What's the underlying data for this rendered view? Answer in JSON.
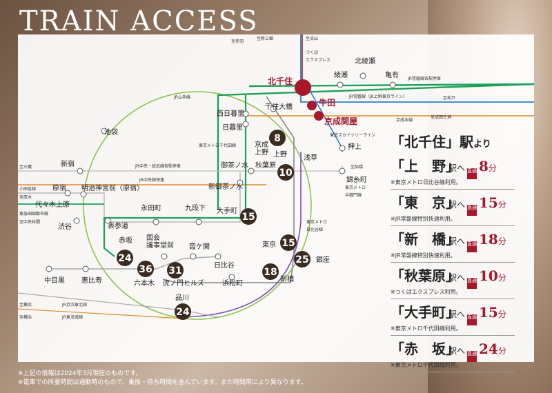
{
  "title": "TRAIN ACCESS",
  "map": {
    "stations": {
      "kitasenju": "北千住",
      "ushida": "牛田",
      "keisei_sekiya": "京成関屋",
      "ayase": "綾瀬",
      "kitaayase": "北綾瀬",
      "kameari": "亀有",
      "senjuohashi": "千住大橋",
      "nishinippori": "西日暮里",
      "nippori": "日暮里",
      "keisei_ueno": "京成\n上野",
      "ueno": "上野",
      "akihabara": "秋葉原",
      "asakusa": "浅草",
      "oshiage": "押上",
      "kinshicho": "錦糸町",
      "ikebukuro": "池袋",
      "shinjuku": "新宿",
      "harajuku": "原宿",
      "meiji": "明治神宮前〈原宿〉",
      "yoyogiuehara": "代々木上原",
      "shibuya": "渋谷",
      "omotesando": "表参道",
      "nagatacho": "永田町",
      "kudanshita": "九段下",
      "otemachi": "大手町",
      "ochanomizu": "御茶ノ水",
      "shinochanomizu": "新御茶ノ水",
      "akasaka": "赤坂",
      "kokkai": "国会\n議事堂前",
      "kasumigaseki": "霞ケ関",
      "hibiya": "日比谷",
      "tokyo": "東京",
      "ginza": "銀座",
      "shinbashi": "新橋",
      "hamamatsucho": "浜松町",
      "nakameguro": "中目黒",
      "ebisu": "恵比寿",
      "roppongi": "六本木",
      "toranomon": "虎ノ門ヒルズ",
      "shinagawa": "品川"
    },
    "line_labels": {
      "jr_joban": "JR常磐線各駅停車",
      "jr_joban_rapid": "JR常磐線〈JR上野東京ライン〉",
      "keisei": "京成本線",
      "skytree": "東武スカイツリーライン",
      "yamanote": "JR山手線",
      "chiyoda": "東京メトロ千代田線",
      "chuo_sobu": "JR中央・総武線各駅停車",
      "chuo_rapid": "JR中央線快速",
      "to_akabane": "至赤羽",
      "to_shinmisato": "至新三郷",
      "to_nagareyama": "至流山",
      "tsukuba": "つくば\nエクスプレス",
      "to_matsudo": "至松戸",
      "to_narita": "至成田空港",
      "to_mitaka": "至三鷹",
      "to_odawara": "小田急線",
      "to_atsugi": "至厚木",
      "toyoko": "東急田園都市線",
      "to_chuorinkan": "至中央林間",
      "to_yokohama1": "至横浜",
      "to_yokohama2": "至横浜",
      "keihin": "JR京浜東北線",
      "tokaido": "JR東海道線",
      "to_chiba": "至船橋",
      "hanzomon": "東京メトロ\n半蔵門線",
      "hibiya_line": "東京メトロ\n日比谷線"
    },
    "badges": [
      "8",
      "10",
      "15",
      "15",
      "25",
      "18",
      "24",
      "36",
      "31",
      "24"
    ]
  },
  "info": {
    "header_main": "「北千住」駅",
    "header_suffix": "より",
    "rows": [
      {
        "station": "「上　野」",
        "eki": "駅へ",
        "tag": "直通",
        "minutes": "8",
        "unit": "分",
        "note": "※東京メトロ日比谷線利用。"
      },
      {
        "station": "「東　京」",
        "eki": "駅へ",
        "tag": "直通",
        "minutes": "15",
        "unit": "分",
        "note": "※JR常磐線特別快速利用。"
      },
      {
        "station": "「新　橋」",
        "eki": "駅へ",
        "tag": "直通",
        "minutes": "18",
        "unit": "分",
        "note": "※JR常磐線特別快速利用。"
      },
      {
        "station": "「秋葉原」",
        "eki": "駅へ",
        "tag": "直通",
        "minutes": "10",
        "unit": "分",
        "note": "※つくばエクスプレス利用。"
      },
      {
        "station": "「大手町」",
        "eki": "駅へ",
        "tag": "直通",
        "minutes": "15",
        "unit": "分",
        "note": "※東京メトロ千代田線利用。"
      },
      {
        "station": "「赤　坂」",
        "eki": "駅へ",
        "tag": "直通",
        "minutes": "24",
        "unit": "分",
        "note": "※東京メトロ千代田線利用。"
      }
    ]
  },
  "footnotes": [
    "※上記の情報は2024年3月現在のものです。",
    "※電車での所要時間は通勤時のもので、乗換・待ち時間を含んでいます。また時間帯により異なります。"
  ]
}
